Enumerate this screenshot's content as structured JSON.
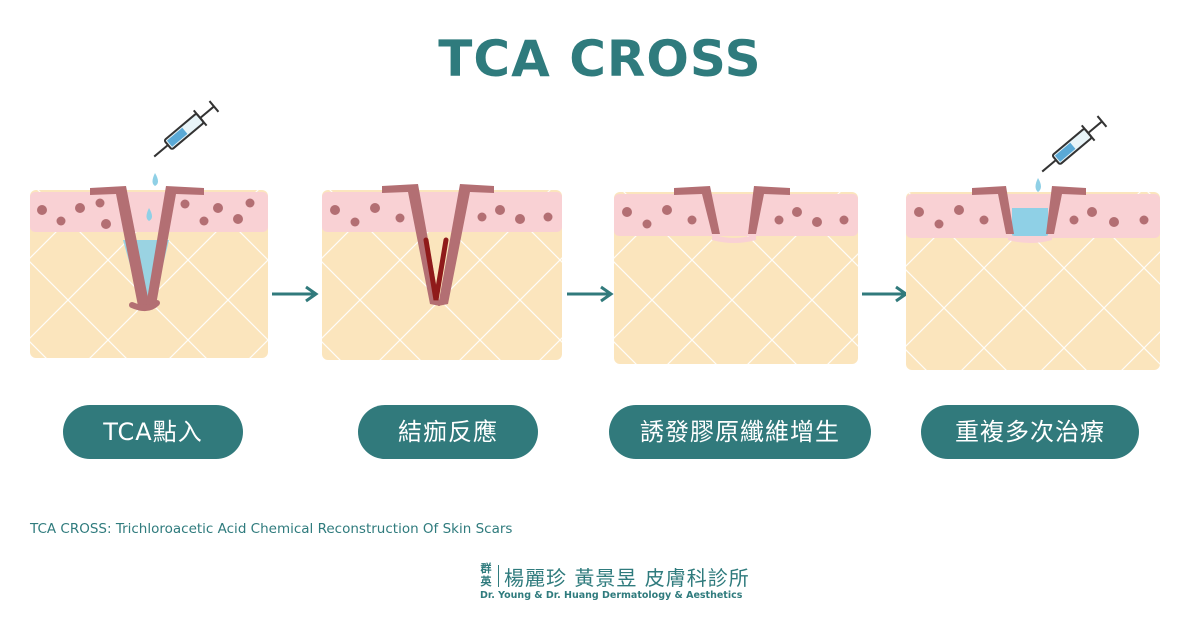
{
  "title": "TCA CROSS",
  "steps": [
    {
      "label": "TCA點入"
    },
    {
      "label": "結痂反應"
    },
    {
      "label": "誘發膠原纖維增生"
    },
    {
      "label": "重複多次治療"
    }
  ],
  "footnote": "TCA CROSS: Trichloroacetic Acid Chemical Reconstruction Of Skin Scars",
  "clinic": {
    "mark": "群英",
    "name": "楊麗珍 黃景昱 皮膚科診所",
    "subtitle": "Dr. Young & Dr. Huang  Dermatology & Aesthetics"
  },
  "colors": {
    "teal": "#317a7c",
    "dermis": "#fbe5bd",
    "epidermis": "#f9d1d4",
    "scar_wall": "#b36f73",
    "tca_liquid": "#8fd0e6",
    "scab": "#8f1a1a"
  }
}
